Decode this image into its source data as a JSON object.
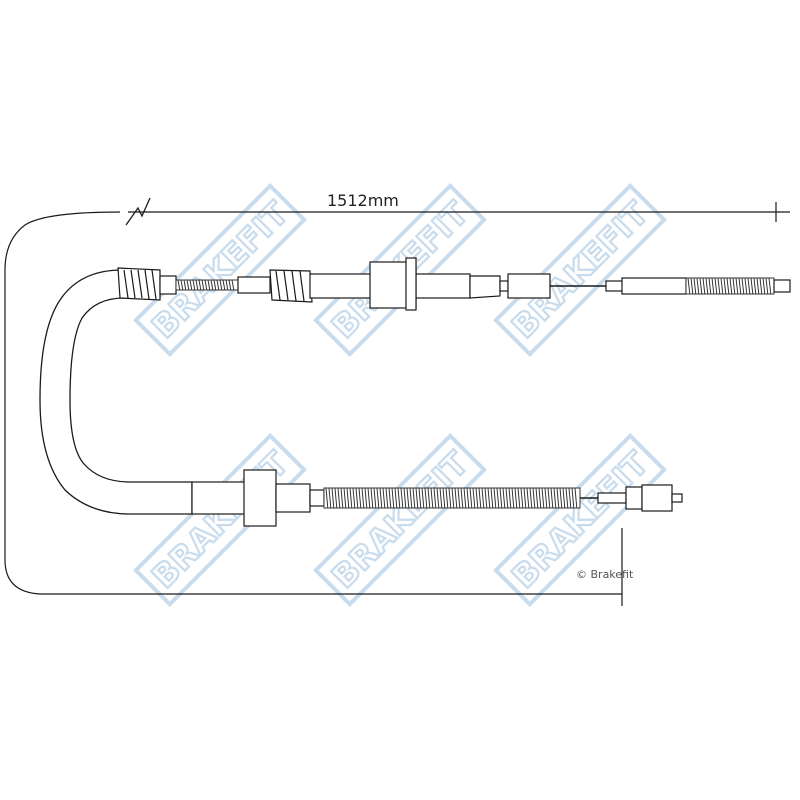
{
  "dimension": {
    "label": "1512mm"
  },
  "copyright": {
    "text": "© Brakefit"
  },
  "watermark": {
    "text": "BRAKEFIT",
    "color": "#c8dced"
  },
  "colors": {
    "outline": "#1a1a1a",
    "fill": "#ffffff",
    "spring": "#333333"
  }
}
